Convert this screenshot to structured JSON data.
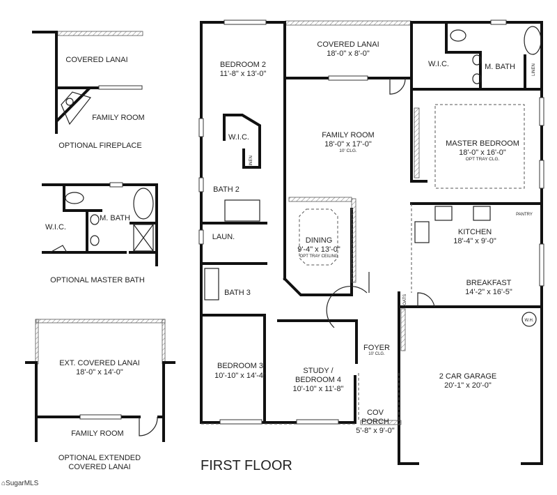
{
  "floor_title": "FIRST FLOOR",
  "logo_text": "SugarMLS",
  "rooms": {
    "covered_lanai": {
      "name": "COVERED LANAI",
      "size": "18'-0\" x 8'-0\""
    },
    "bedroom2": {
      "name": "BEDROOM 2",
      "size": "11'-8\" x 13'-0\""
    },
    "wic_master": "W.I.C.",
    "master_bath": "M. BATH",
    "linen_master": "LINEN",
    "family_room": {
      "name": "FAMILY ROOM",
      "size": "18'-0\" x 17'-0\"",
      "note": "10' CLG."
    },
    "master_bedroom": {
      "name": "MASTER BEDROOM",
      "size": "18'-0\" x 16'-0\"",
      "note": "OPT TRAY CLG."
    },
    "wic_bed2": "W.I.C.",
    "linen_bed2": "LINEN",
    "bath2": "BATH 2",
    "laundry": "LAUN.",
    "dining": {
      "name": "DINING",
      "size": "9'-4\" x 13'-0\"",
      "note": "OPT TRAY CEILING"
    },
    "kitchen": {
      "name": "KITCHEN",
      "size": "18'-4\" x 9'-0\""
    },
    "pantry": "PANTRY",
    "breakfast": {
      "name": "BREAKFAST",
      "size": "14'-2\" x 16'-5\""
    },
    "coats": "COATS",
    "water_heater": "W.H.",
    "bath3": "BATH 3",
    "foyer": {
      "name": "FOYER",
      "note": "10' CLG."
    },
    "bedroom3": {
      "name": "BEDROOM 3",
      "size": "10'-10\" x 14'-4\""
    },
    "study": {
      "name_line1": "STUDY /",
      "name_line2": "BEDROOM 4",
      "size": "10'-10\" x 11'-8\""
    },
    "cov_porch": {
      "line1": "COV",
      "line2": "PORCH",
      "size": "5'-8\" x 9'-0\""
    },
    "garage": {
      "name": "2 CAR GARAGE",
      "size": "20'-1\" x 20'-0\""
    }
  },
  "options": {
    "fireplace": {
      "lanai": "COVERED LANAI",
      "family": "FAMILY ROOM",
      "title": "OPTIONAL FIREPLACE"
    },
    "master_bath": {
      "bath": "M. BATH",
      "wic": "W.I.C.",
      "title": "OPTIONAL MASTER BATH"
    },
    "ext_lanai": {
      "name": "EXT. COVERED LANAI",
      "size": "18'-0\" x 14'-0\"",
      "family": "FAMILY ROOM",
      "title_line1": "OPTIONAL EXTENDED",
      "title_line2": "COVERED LANAI"
    }
  }
}
